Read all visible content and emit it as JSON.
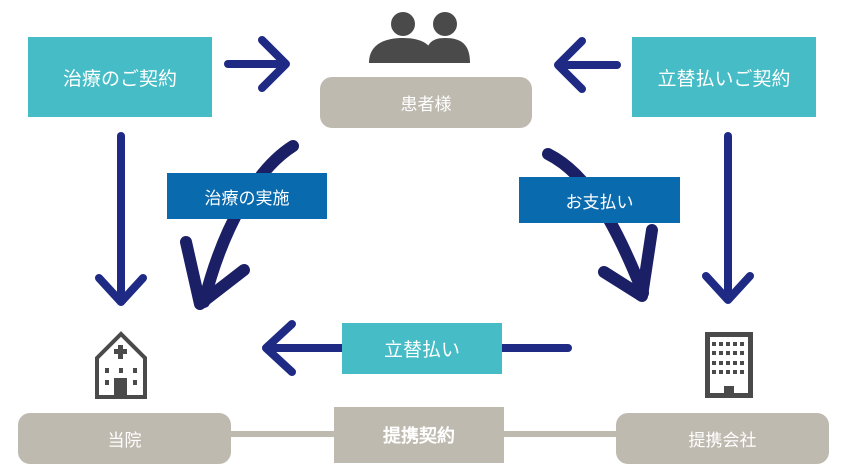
{
  "diagram": {
    "title_nodes": {
      "patient": "患者様",
      "clinic": "当院",
      "partner": "提携会社"
    },
    "contracts": {
      "treatment_contract": "治療のご契約",
      "advance_payment_contract": "立替払いご契約",
      "partnership_contract": "提携契約"
    },
    "flows": {
      "treatment": "治療の実施",
      "payment": "お支払い",
      "advance_payment": "立替払い"
    },
    "icons": {
      "patient": "people-icon",
      "clinic": "hospital-icon",
      "partner": "office-building-icon"
    },
    "colors": {
      "teal": "#45bcc6",
      "blue": "#0a6aae",
      "beige": "#bfbab0",
      "arrow": "#1f2a85",
      "icon": "#4a4a4a"
    }
  }
}
